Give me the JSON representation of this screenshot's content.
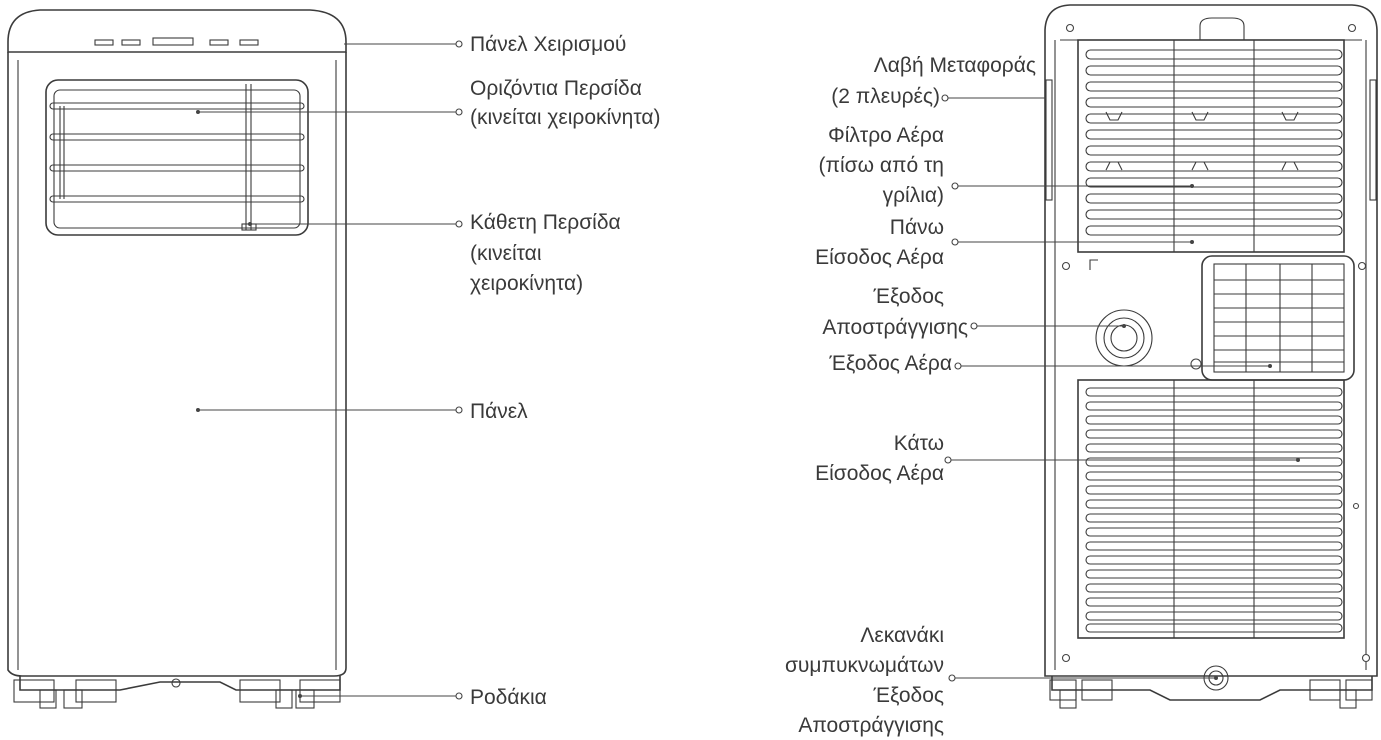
{
  "front_labels": {
    "control_panel": "Πάνελ Χειρισμού",
    "horizontal_louver_1": "Οριζόντια Περσίδα",
    "horizontal_louver_2": "(κινείται χειροκίνητα)",
    "vertical_louver_1": "Κάθετη Περσίδα",
    "vertical_louver_2": "(κινείται",
    "vertical_louver_3": "χειροκίνητα)",
    "panel": "Πάνελ",
    "casters": "Ροδάκια"
  },
  "rear_labels": {
    "handle_1": "Λαβή Μεταφοράς",
    "handle_2": "(2 πλευρές)",
    "filter_1": "Φίλτρο Αέρα",
    "filter_2": "(πίσω από τη",
    "filter_3": "γρίλια)",
    "upper_inlet_1": "Πάνω",
    "upper_inlet_2": "Είσοδος Αέρα",
    "drain_1": "Έξοδος",
    "drain_2": "Αποστράγγισης",
    "air_outlet": "Έξοδος Αέρα",
    "lower_inlet_1": "Κάτω",
    "lower_inlet_2": "Είσοδος Αέρα",
    "tray_1": "Λεκανάκι",
    "tray_2": "συμπυκνωμάτων",
    "tray_3": "Έξοδος",
    "tray_4": "Αποστράγγισης"
  }
}
